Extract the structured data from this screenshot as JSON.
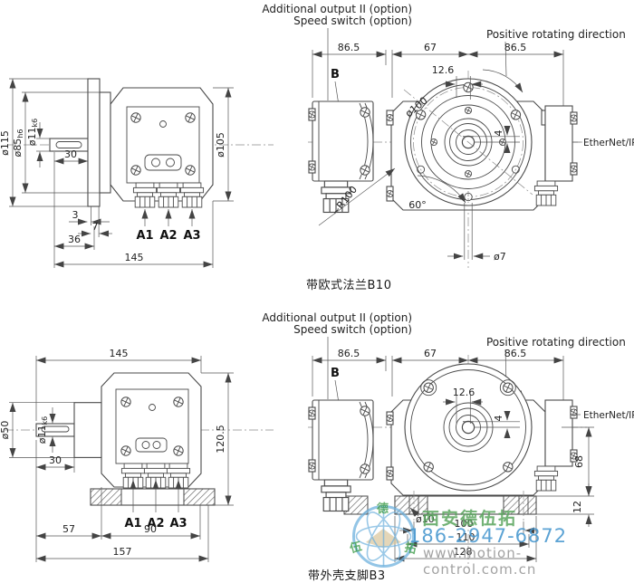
{
  "figures": {
    "top": {
      "caption": "带欧式法兰B10",
      "ann": {
        "additional": "Additional output II (option)",
        "speed": "Speed switch (option)",
        "rotation": "Positive rotating direction",
        "ethernet": "EtherNet/IP",
        "section": "B"
      },
      "side": {
        "d115": "ø115",
        "d85": "ø85",
        "d85_tol": "h6",
        "d11": "ø11",
        "d11_tol": "k6",
        "l30": "30",
        "t3": "3",
        "t7": "7",
        "l36": "36",
        "l145": "145",
        "d105": "ø105",
        "a1": "A1",
        "a2": "A2",
        "a3": "A3"
      },
      "front": {
        "wl": "86.5",
        "wm": "67",
        "wr": "86.5",
        "off": "12.6",
        "bc": "ø100",
        "r": "~R100",
        "ang": "60°",
        "hole": "ø7",
        "key": "4"
      }
    },
    "bottom": {
      "caption": "带外壳支脚B3",
      "ann": {
        "additional": "Additional output II (option)",
        "speed": "Speed switch (option)",
        "rotation": "Positive rotating direction",
        "ethernet": "EtherNet/IP",
        "section": "B"
      },
      "side": {
        "l145": "145",
        "d50": "ø50",
        "d11": "ø11",
        "d11_tol": "k6",
        "l30": "30",
        "h": "120.5",
        "a1": "A1",
        "a2": "A2",
        "a3": "A3",
        "b57": "57",
        "b90": "90",
        "b157": "157"
      },
      "front": {
        "wl": "86.5",
        "wm": "67",
        "wr": "86.5",
        "off": "12.6",
        "key": "4",
        "h68": "68",
        "t12": "12",
        "slot": "ø10",
        "w100": "100",
        "w110": "110",
        "w128": "128"
      }
    }
  },
  "watermark": {
    "company": "西安德伍拓",
    "phone": "186-2947-6872",
    "site": "www.motion-control.com.cn",
    "seal_top": "德",
    "seal_left": "伍",
    "seal_right": "拓"
  }
}
